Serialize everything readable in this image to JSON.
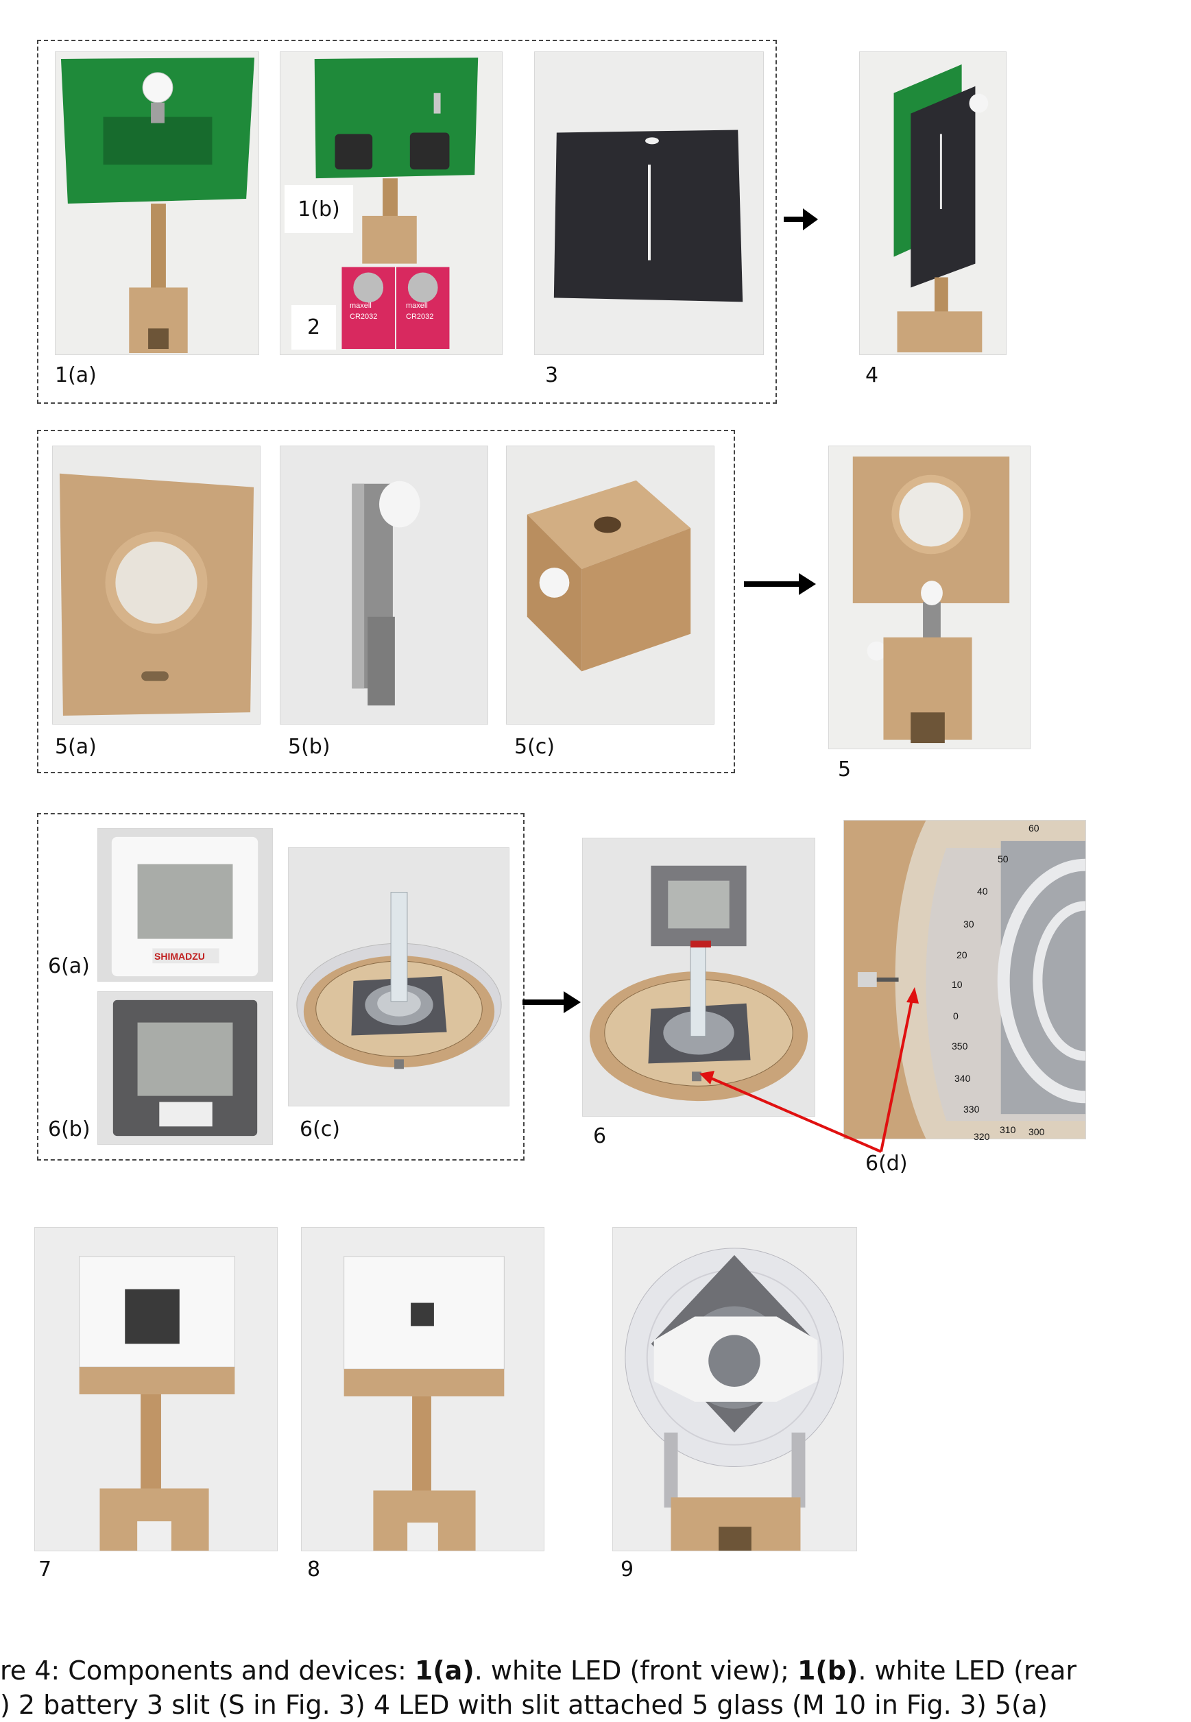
{
  "labels": {
    "l1a": "1(a)",
    "l1b": "1(b)",
    "l2": "2",
    "l3": "3",
    "l4": "4",
    "l5a": "5(a)",
    "l5b": "5(b)",
    "l5c": "5(c)",
    "l5": "5",
    "l6a": "6(a)",
    "l6b": "6(b)",
    "l6c": "6(c)",
    "l6": "6",
    "l6d": "6(d)",
    "l7": "7",
    "l8": "8",
    "l9": "9"
  },
  "battery_text": {
    "brand": "maxell",
    "model": "CR2032"
  },
  "slide_brand": "SHIMADZU",
  "protractor_ticks": [
    "60",
    "50",
    "40",
    "30",
    "20",
    "10",
    "0",
    "350",
    "340",
    "330",
    "320",
    "310",
    "300"
  ],
  "caption": {
    "line1": {
      "prefix": "re 4:  Components and devices:  ",
      "t1": "1(a)",
      "m1": ".  white LED (front view); ",
      "t2": "1(b)",
      "m2": ".  white LED (rear"
    },
    "line2": ") 2 battery  3 slit (S in Fig. 3)  4 LED with slit attached  5 glass (M 10 in Fig. 3)  5(a)"
  },
  "colors": {
    "pcb": "#1f8a3a",
    "mdf": "#c9a47a",
    "arrow_red": "#e01010"
  }
}
